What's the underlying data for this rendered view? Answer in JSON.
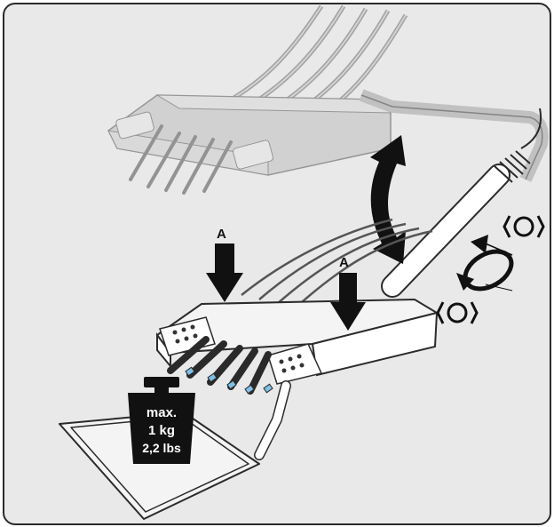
{
  "labels": {
    "arrow_left": "A",
    "arrow_right": "A"
  },
  "weight": {
    "line1": "max.",
    "line2": "1 kg",
    "line3": "2,2 lbs"
  },
  "colors": {
    "background": "#e9e9e9",
    "outline": "#2b2b2b",
    "ghost": "#bdbdbd",
    "instrument_dark": "#2a2a2a",
    "accent_blue": "#7fc0e6",
    "weight_fill": "#111111"
  },
  "icons": {
    "lock": "rotation-lock-symbol",
    "unlock": "rotation-unlock-symbol",
    "rotate": "rotate-arrows"
  }
}
